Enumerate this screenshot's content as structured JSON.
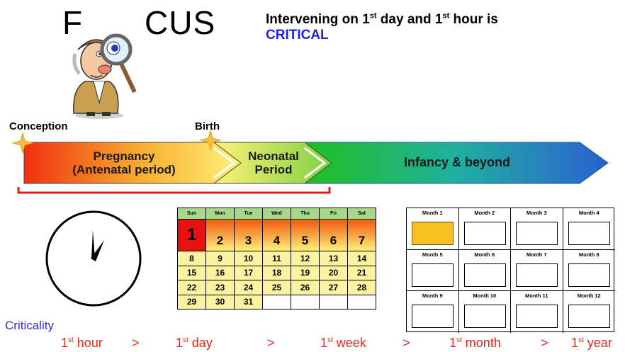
{
  "title": {
    "part1": "F",
    "part2": "CUS"
  },
  "headline": {
    "line1_pre": "Intervening on 1",
    "sup1": "st",
    "line1_mid": " day and 1",
    "sup2": "st",
    "line1_post": " hour is",
    "line2": "CRITICAL"
  },
  "milestones": {
    "conception": "Conception",
    "birth": "Birth"
  },
  "phases": {
    "pregnancy_line1": "Pregnancy",
    "pregnancy_line2": "(Antenatal period)",
    "neonatal_line1": "Neonatal",
    "neonatal_line2": "Period",
    "infancy": "Infancy & beyond"
  },
  "calendar": {
    "headers": [
      "Sun",
      "Mon",
      "Tue",
      "Wed",
      "Thu",
      "Fri",
      "Sat"
    ],
    "rows": [
      [
        "1",
        "2",
        "3",
        "4",
        "5",
        "6",
        "7"
      ],
      [
        "8",
        "9",
        "10",
        "11",
        "12",
        "13",
        "14"
      ],
      [
        "15",
        "16",
        "17",
        "18",
        "19",
        "20",
        "21"
      ],
      [
        "22",
        "23",
        "24",
        "25",
        "26",
        "27",
        "28"
      ],
      [
        "29",
        "30",
        "31",
        "",
        "",
        "",
        ""
      ]
    ]
  },
  "months": [
    "Month 1",
    "Month 2",
    "Month 3",
    "Month 4",
    "Month 5",
    "Month 6",
    "Month 7",
    "Month 8",
    "Month 9",
    "Month 10",
    "Month 11",
    "Month 12"
  ],
  "criticality": "Criticality",
  "scale": {
    "sup": "st",
    "hour": " hour",
    "day": " day",
    "week": " week",
    "month": " month",
    "year": " year",
    "num": "1",
    "sep": ">"
  },
  "colors": {
    "pregnancy_start": "#f03010",
    "pregnancy_end": "#fff27a",
    "infancy_start": "#20c020",
    "infancy_end": "#2a60d0",
    "bracket": "#e81818",
    "star": "#f8c040",
    "active_month": "#f8c020"
  }
}
